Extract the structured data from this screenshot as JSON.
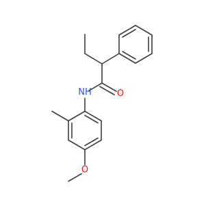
{
  "colors": {
    "bond": "#3d3d3d",
    "nitrogen": "#3050f8",
    "oxygen": "#ff0d0d",
    "background": "#ffffff"
  },
  "atoms": {
    "nh": {
      "element": "N",
      "text": "NH",
      "color": "#3050f8"
    },
    "o_carbonyl": {
      "element": "O",
      "text": "O",
      "color": "#ff0d0d"
    },
    "o_methoxy": {
      "element": "O",
      "text": "O",
      "color": "#ff0d0d"
    }
  }
}
